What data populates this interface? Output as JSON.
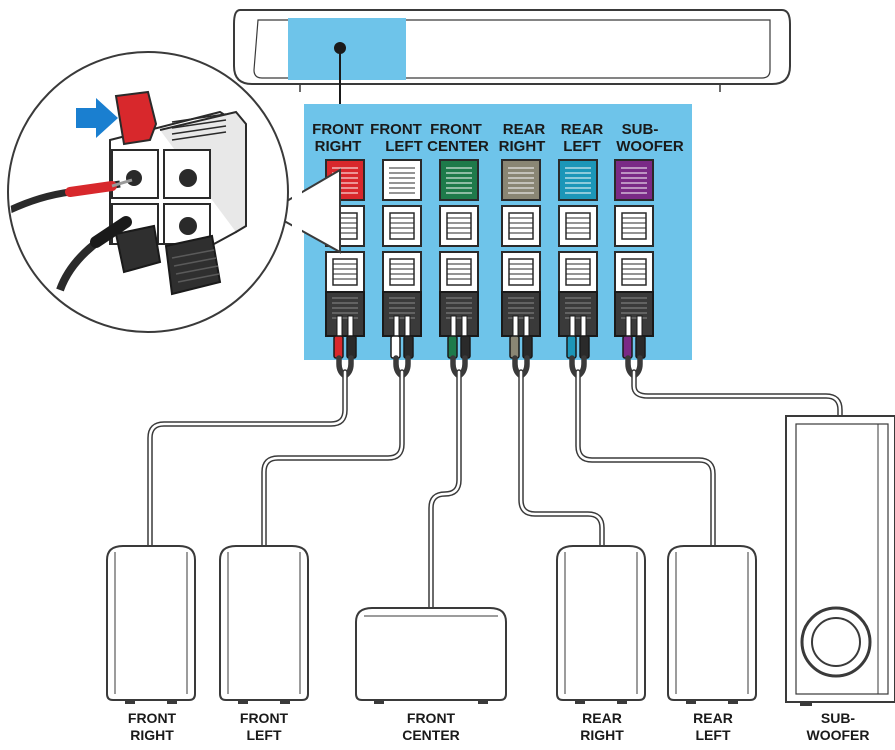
{
  "diagram": {
    "terminal_labels": [
      {
        "line1": "FRONT",
        "line2": "RIGHT",
        "color": "#d8282c"
      },
      {
        "line1": "FRONT",
        "line2": "LEFT",
        "color": "#ffffff"
      },
      {
        "line1": "FRONT",
        "line2": "CENTER",
        "color": "#1e7a4a"
      },
      {
        "line1": "REAR",
        "line2": "RIGHT",
        "color": "#8a8674"
      },
      {
        "line1": "REAR",
        "line2": "LEFT",
        "color": "#1c96b8"
      },
      {
        "line1": "SUB-",
        "line2": "WOOFER",
        "color": "#7a2a86"
      }
    ],
    "speakers": [
      {
        "line1": "FRONT",
        "line2": "RIGHT"
      },
      {
        "line1": "FRONT",
        "line2": "LEFT"
      },
      {
        "line1": "FRONT",
        "line2": "CENTER"
      },
      {
        "line1": "REAR",
        "line2": "RIGHT"
      },
      {
        "line1": "REAR",
        "line2": "LEFT"
      },
      {
        "line1": "SUB-",
        "line2": "WOOFER"
      }
    ]
  },
  "colors": {
    "panel": "#6ec4ea",
    "negative_plug": "#2a2a2a",
    "arrow": "#1a7fd0"
  }
}
